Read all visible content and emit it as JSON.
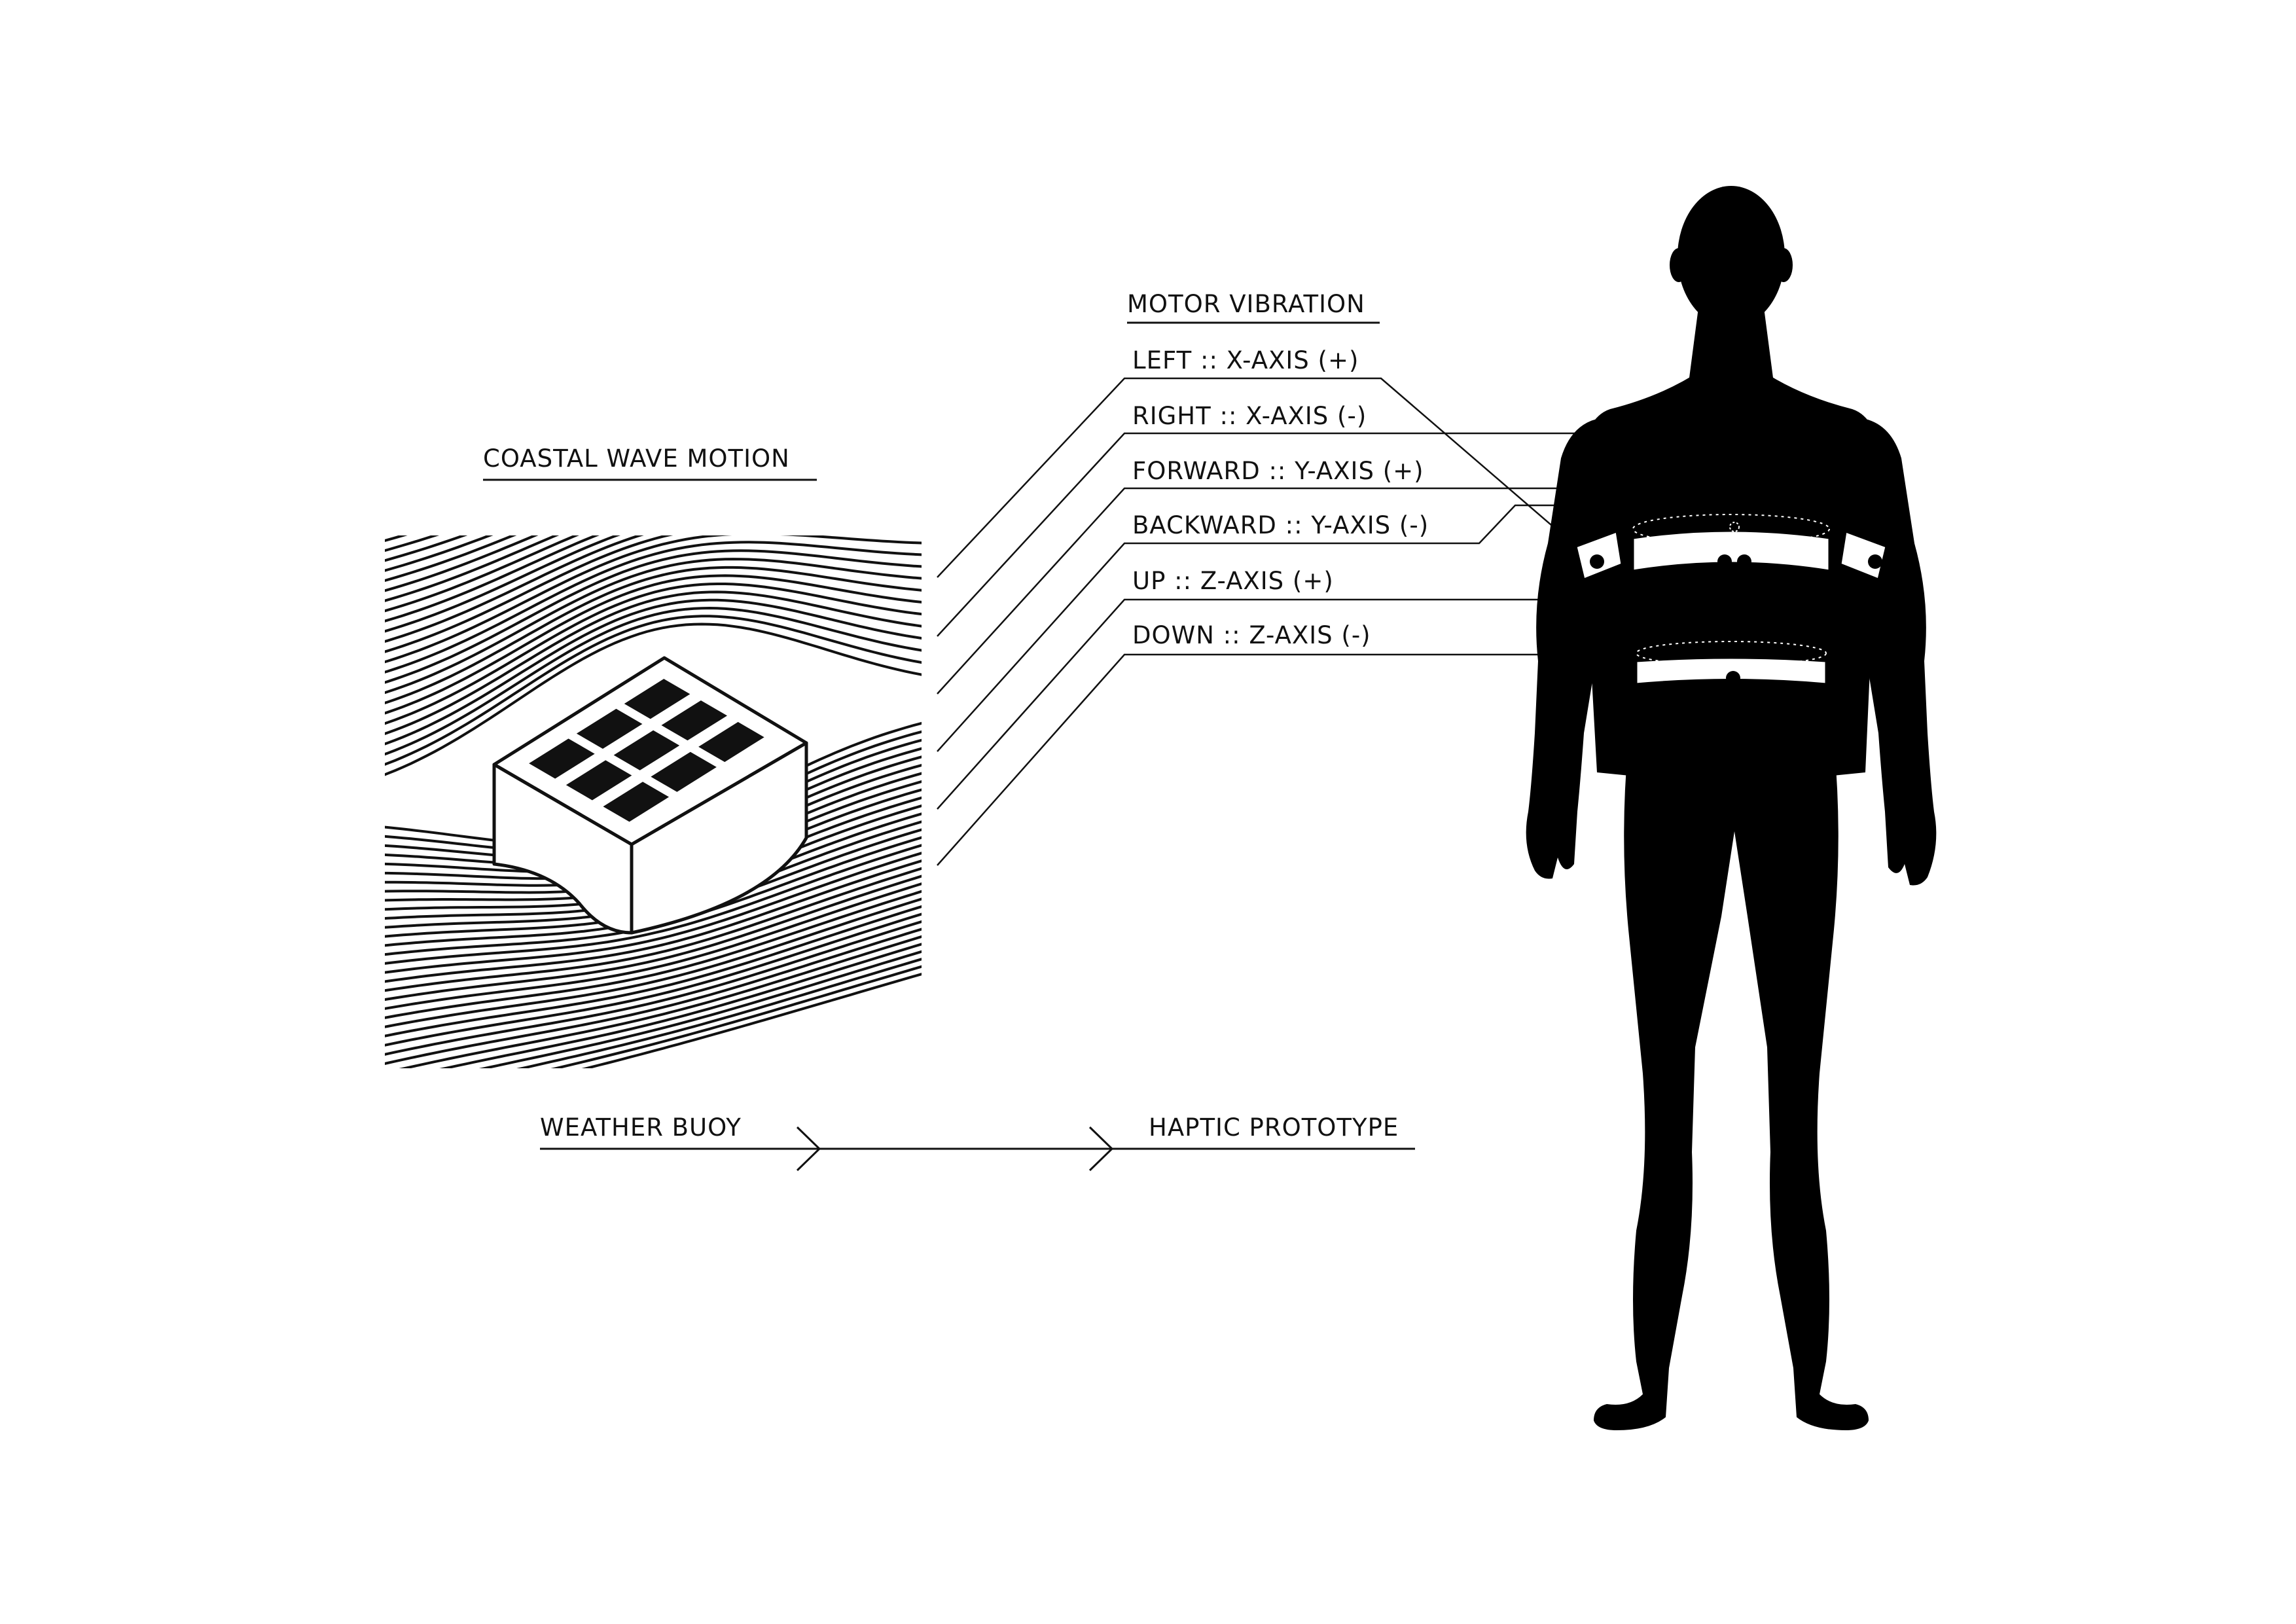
{
  "headings": {
    "coastal_wave_motion": "COASTAL WAVE MOTION",
    "motor_vibration": "MOTOR VIBRATION"
  },
  "vibration_labels": [
    "LEFT :: X-AXIS (+)",
    "RIGHT :: X-AXIS (-)",
    "FORWARD :: Y-AXIS (+)",
    "BACKWARD :: Y-AXIS (-)",
    "UP :: Z-AXIS (+)",
    "DOWN :: Z-AXIS (-)"
  ],
  "flow": {
    "source": "WEATHER BUOY",
    "target": "HAPTIC PROTOTYPE"
  },
  "colors": {
    "ink": "#111111",
    "background": "#ffffff"
  }
}
